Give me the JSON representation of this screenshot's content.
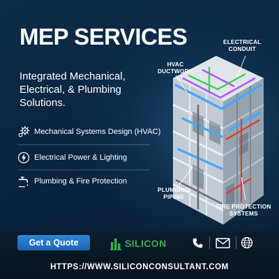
{
  "header": {
    "title": "MEP SERVICES",
    "subtitle": "Integrated Mechanical, Electrical, & Plumbing Solutions."
  },
  "services": [
    {
      "label": "Mechanical Systems Design (HVAC)",
      "icon": "gear-icon"
    },
    {
      "label": "Electrical Power & Lighting",
      "icon": "lightning-icon"
    },
    {
      "label": "Plumbing & Fire Protection",
      "icon": "faucet-icon"
    }
  ],
  "callouts": {
    "hvac": [
      "HVAC",
      "DUCTWORK"
    ],
    "electrical": [
      "ELECTRICAL",
      "CONDUIT"
    ],
    "plumbing": [
      "PLUMBING",
      "PIPING"
    ],
    "fire": [
      "FIRE PROTECTION",
      "SYSTEMS"
    ]
  },
  "footer": {
    "cta_label": "Get a Quote",
    "brand_name": "SILICON",
    "contact_icons": [
      "phone-icon",
      "mail-icon",
      "globe-icon"
    ],
    "website": "HTTPS://WWW.SILICONCONSULTANT.COM"
  },
  "colors": {
    "background": "#0b2540",
    "accent_blue": "#1c64b4",
    "brand_green": "#33b04a",
    "conduit_green": "#39d353",
    "conduit_purple": "#b05cf0",
    "duct_blue": "#4aa8ff",
    "fire_red": "#e03a2f"
  }
}
